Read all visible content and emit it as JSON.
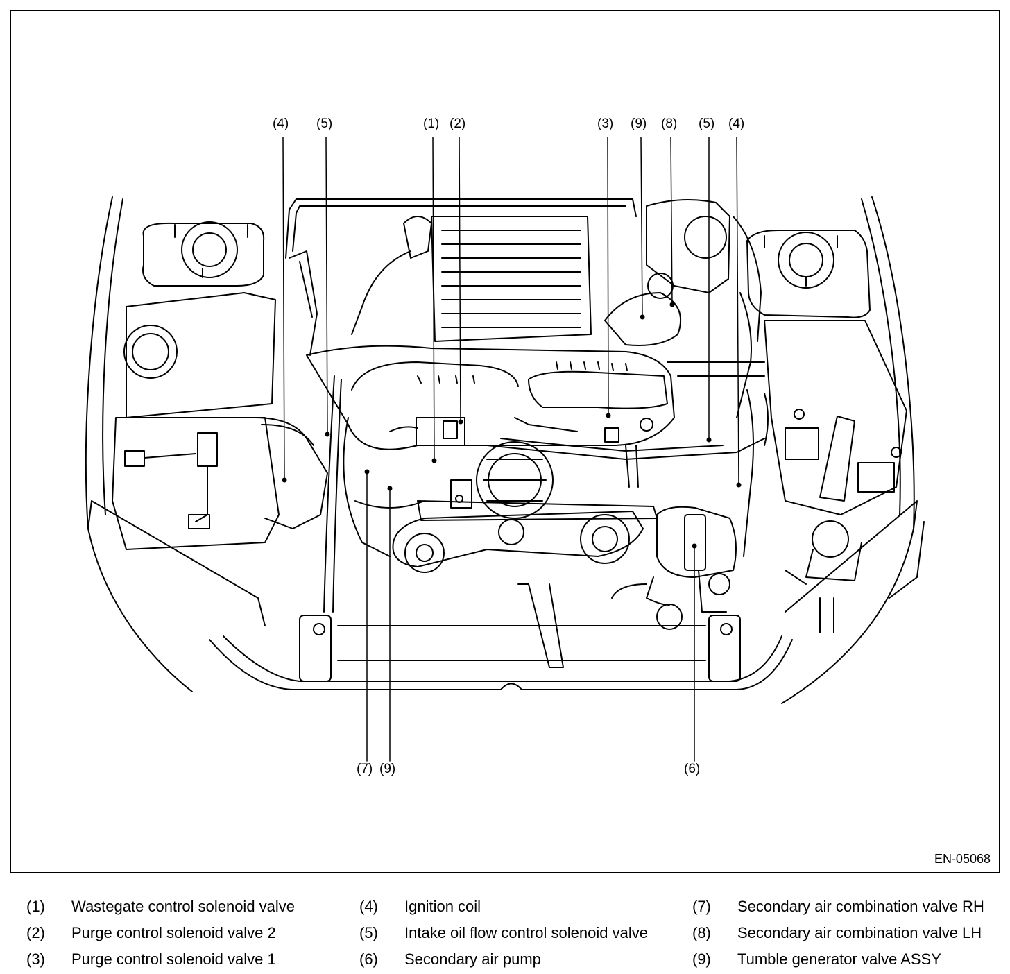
{
  "figure": {
    "code": "EN-05068",
    "callouts_top": [
      "(4)",
      "(5)",
      "(1)",
      "(2)",
      "(3)",
      "(9)",
      "(8)",
      "(5)",
      "(4)"
    ],
    "callouts_bottom": [
      "(7)",
      "(9)",
      "(6)"
    ]
  },
  "legend": [
    {
      "num": "(1)",
      "label": "Wastegate control solenoid valve"
    },
    {
      "num": "(2)",
      "label": "Purge control solenoid valve 2"
    },
    {
      "num": "(3)",
      "label": "Purge control solenoid valve 1"
    },
    {
      "num": "(4)",
      "label": "Ignition coil"
    },
    {
      "num": "(5)",
      "label": "Intake oil flow control solenoid valve"
    },
    {
      "num": "(6)",
      "label": "Secondary air pump"
    },
    {
      "num": "(7)",
      "label": "Secondary air combination valve RH"
    },
    {
      "num": "(8)",
      "label": "Secondary air combination valve LH"
    },
    {
      "num": "(9)",
      "label": "Tumble generator valve ASSY"
    }
  ]
}
